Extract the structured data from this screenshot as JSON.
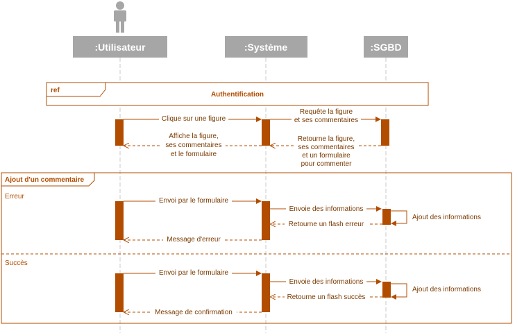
{
  "colors": {
    "participant_fill": "#a6a6a6",
    "accent": "#b24d00",
    "text": "#7a3a00",
    "lifeline": "#c8c8c8"
  },
  "participants": [
    {
      "id": "user",
      "label": ":Utilisateur",
      "icon": "actor-icon"
    },
    {
      "id": "system",
      "label": ":Système"
    },
    {
      "id": "db",
      "label": ":SGBD"
    }
  ],
  "ref_frame": {
    "tag": "ref",
    "title": "Authentification"
  },
  "messages_top": {
    "m1": "Clique sur une figure",
    "m2": [
      "Requête la figure",
      "et ses commentaires"
    ],
    "m3": [
      "Retourne la figure,",
      "ses commentaires",
      "et un formulaire",
      "pour commenter"
    ],
    "m4": [
      "Affiche la figure,",
      "ses commentaires",
      "et le formulaire"
    ]
  },
  "alt_frame": {
    "title": "Ajout d'un commentaire",
    "sections": [
      {
        "guard": "Erreur",
        "send": "Envoi par le formulaire",
        "forward": "Envoie des informations",
        "self": "Ajout des informations",
        "reply_db": "Retourne un flash erreur",
        "reply_user": "Message d'erreur"
      },
      {
        "guard": "Succès",
        "send": "Envoi par le formulaire",
        "forward": "Envoie des informations",
        "self": "Ajout des informations",
        "reply_db": "Retourne un flash succès",
        "reply_user": "Message de confirmation"
      }
    ]
  }
}
